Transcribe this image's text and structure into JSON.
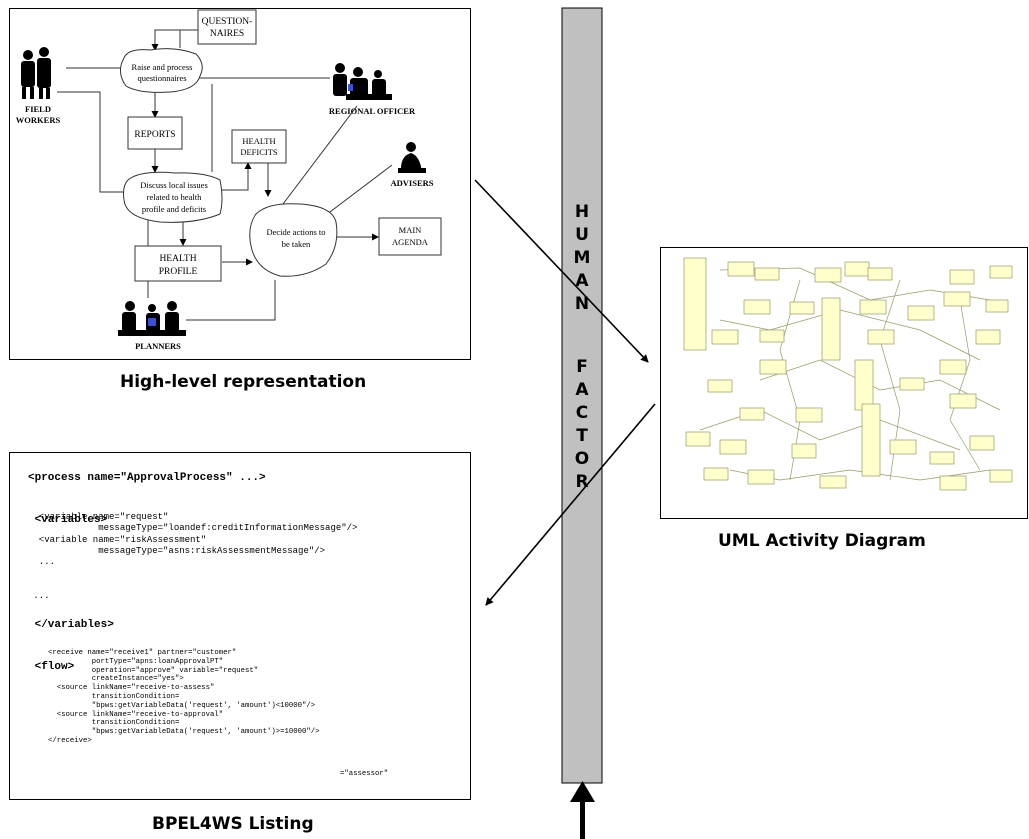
{
  "high_level": {
    "caption": "High-level representation",
    "nodes": {
      "questionnaires": [
        "QUESTION-",
        "NAIRES"
      ],
      "raise": [
        "Raise and process",
        "questionnaires"
      ],
      "reports": "REPORTS",
      "health_deficits": [
        "HEALTH",
        "DEFICITS"
      ],
      "discuss": [
        "Discuss local issues",
        "related to health",
        "profile and deficits"
      ],
      "health_profile": [
        "HEALTH",
        "PROFILE"
      ],
      "decide": [
        "Decide actions to",
        "be taken"
      ],
      "main_agenda": [
        "MAIN",
        "AGENDA"
      ]
    },
    "actors": {
      "field_workers": [
        "FIELD",
        "WORKERS"
      ],
      "regional_officer": "REGIONAL OFFICER",
      "advisers": "ADVISERS",
      "planners": "PLANNERS"
    }
  },
  "uml": {
    "caption": "UML Activity Diagram"
  },
  "bpel": {
    "caption": "BPEL4WS Listing",
    "code_main": "<process name=\"ApprovalProcess\" ...>\n\n <variables>\n\n\n\n\n </variables>\n\n <flow>",
    "code_variables": "  <variable name=\"request\"\n             messageType=\"loandef:creditInformationMessage\"/>\n  <variable name=\"riskAssessment\"\n             messageType=\"asns:riskAssessmentMessage\"/>\n  ...\n\n\n ...",
    "code_receive": "<receive name=\"receive1\" partner=\"customer\"\n          portType=\"apns:loanApprovalPT\"\n          operation=\"approve\" variable=\"request\"\n          createInstance=\"yes\">\n  <source linkName=\"receive-to-assess\"\n          transitionCondition=\n          \"bpws:getVariableData('request', 'amount')<10000\"/>\n  <source linkName=\"receive-to-approval\"\n          transitionCondition=\n          \"bpws:getVariableData('request', 'amount')>=10000\"/>\n</receive>",
    "code_tail": "=\"assessor\""
  },
  "human_factor": {
    "letters": [
      "H",
      "U",
      "M",
      "A",
      "N",
      "",
      "F",
      "A",
      "C",
      "T",
      "O",
      "R"
    ]
  },
  "colors": {
    "bar_fill": "#c0c0c0",
    "uml_box": "#ffffcc",
    "uml_line": "#999966"
  }
}
